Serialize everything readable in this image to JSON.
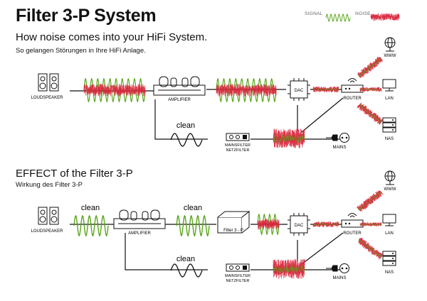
{
  "title": "Filter 3-P System",
  "legend": {
    "signal": "SIGNAL",
    "noise": "NOISE"
  },
  "colors": {
    "signal": "#5aa51c",
    "noise": "#d9253b",
    "line": "#111111"
  },
  "section1": {
    "heading": "How noise comes into your HiFi System.",
    "subheading": "So gelangen Störungen in Ihre HiFi Anlage.",
    "labels": {
      "loudspeaker": "LOUDSPEAKER",
      "amplifier": "AMPLIFIER",
      "dac": "DAC",
      "router": "ROUTER",
      "www": "WWW",
      "lan": "LAN",
      "nas": "NAS",
      "mains": "MAINS",
      "mainsfilter": "MAINSFILTER",
      "netzfilter": "NETZFILTER",
      "clean": "clean"
    }
  },
  "section2": {
    "heading": "EFFECT of the Filter 3-P",
    "subheading": "Wirkung des Filter 3-P",
    "labels": {
      "loudspeaker": "LOUDSPEAKER",
      "amplifier": "AMPLIFIER",
      "filter": "Filter 3 - P",
      "dac": "DAC",
      "router": "ROUTER",
      "www": "WWW",
      "lan": "LAN",
      "nas": "NAS",
      "mains": "MAINS",
      "mainsfilter": "MAINSFILTER",
      "netzfilter": "NETZFILTER",
      "clean1": "clean",
      "clean2": "clean",
      "clean3": "clean"
    }
  }
}
